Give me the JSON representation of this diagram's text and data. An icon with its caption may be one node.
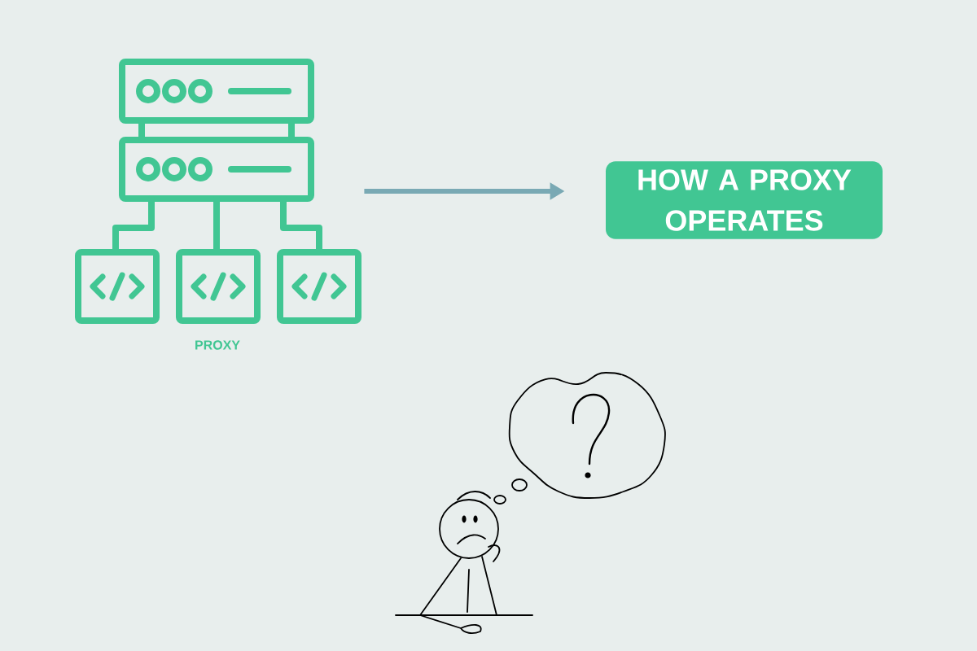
{
  "diagram": {
    "nodes": [
      {
        "text": [
          "PROXY"
        ]
      },
      {
        "text": [
          "HOW A PROXY OPERATES"
        ]
      }
    ],
    "edges": [
      {
        "from": 0,
        "to": 1,
        "arrow": "to"
      }
    ]
  }
}
